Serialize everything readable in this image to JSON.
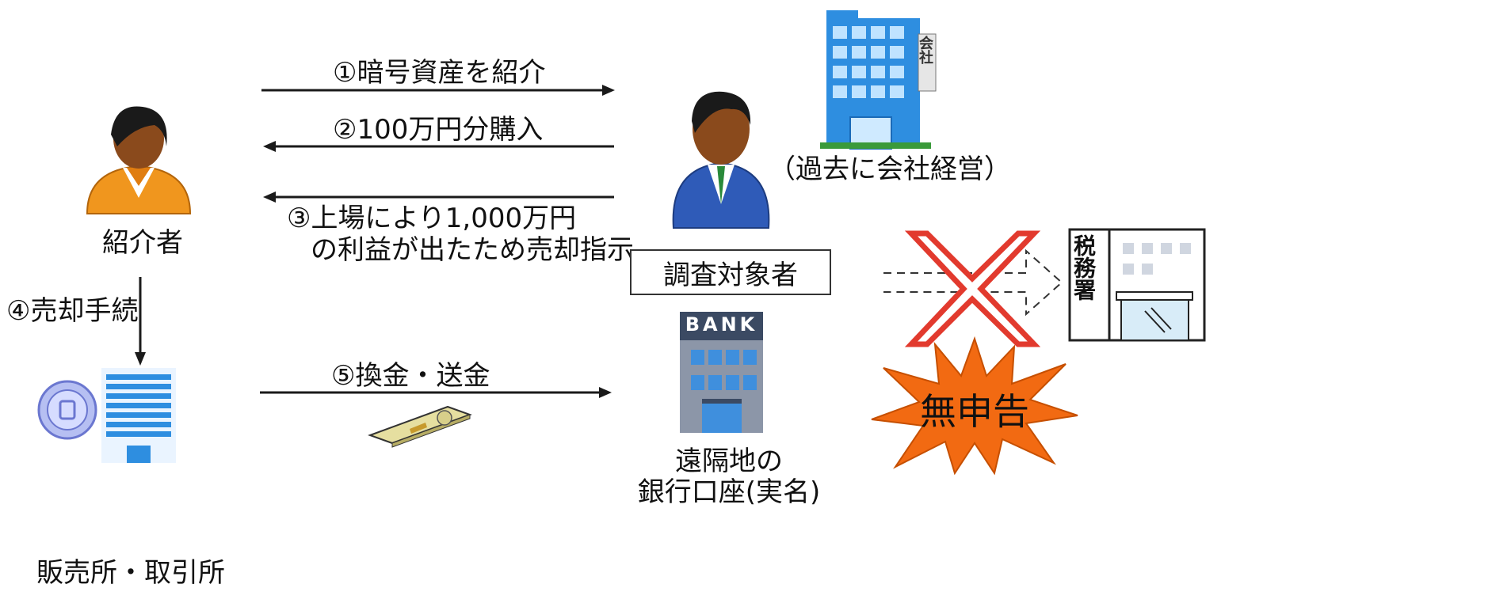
{
  "labels": {
    "introducer": "紹介者",
    "exchange": "販売所・取引所",
    "company_note": "（過去に会社経営）",
    "subject": "調査対象者",
    "bank_account_line1": "遠隔地の",
    "bank_account_line2": "銀行口座(実名)",
    "unreported": "無申告",
    "bank_sign": "BANK",
    "company_sign": "会社",
    "tax_office_sign": "税務署"
  },
  "steps": {
    "step1": "①暗号資産を紹介",
    "step2": "②100万円分購入",
    "step3_line1": "③上場により1,000万円",
    "step3_line2": "の利益が出たため売却指示",
    "step4": "④売却手続",
    "step5": "⑤換金・送金"
  },
  "colors": {
    "arrow": "#1a1a1a",
    "cross_stroke": "#e23a2e",
    "burst_fill": "#f26a12",
    "building_blue": "#2e8ee0",
    "suit_blue": "#2f5bb8",
    "introducer_orange": "#f0961e"
  },
  "icons": [
    "introducer-person-icon",
    "subject-person-icon",
    "company-building-icon",
    "exchange-building-icon",
    "coin-icon",
    "bank-building-icon",
    "cash-bundle-icon",
    "tax-office-icon",
    "prohibited-cross-icon",
    "burst-icon"
  ]
}
